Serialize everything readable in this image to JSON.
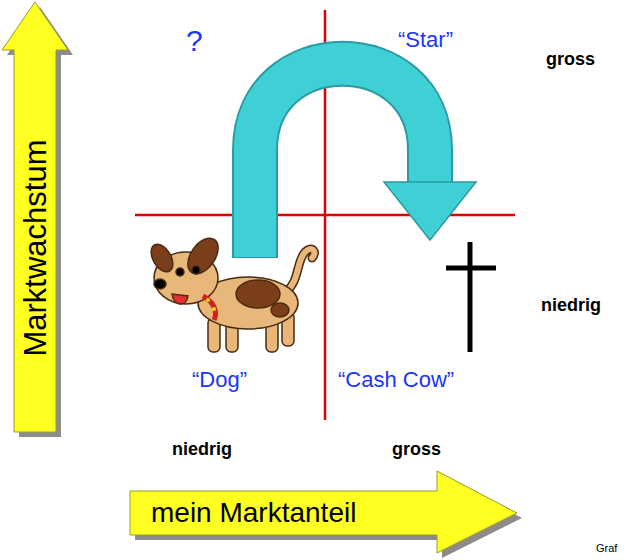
{
  "diagram": {
    "nodes": [
      {
        "text": [
          "Marktwachstum"
        ]
      },
      {
        "text": [
          "mein Marktanteil"
        ]
      }
    ],
    "labels": [
      "?",
      "“Star”",
      "gross",
      "niedrig",
      "“Dog”",
      "“Cash Cow”",
      "niedrig",
      "gross",
      "Graf"
    ]
  }
}
